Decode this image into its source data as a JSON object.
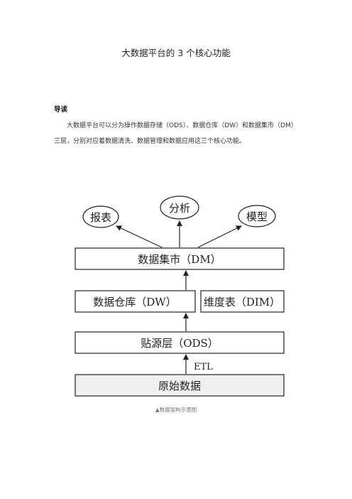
{
  "document": {
    "title": "大数据平台的 3 个核心功能",
    "section_heading": "导读",
    "paragraph": "大数据平台可以分为操作数据存储（ODS）、数据仓库（DW）和数据集市（DM）三层，分别对应着数据清洗、数据管理和数据应用这三个核心功能。"
  },
  "diagram": {
    "top_nodes": {
      "report": "报表",
      "analysis": "分析",
      "model": "模型"
    },
    "layers": {
      "dm": "数据集市（DM）",
      "dw": "数据仓库（DW）",
      "dim": "维度表（DIM）",
      "ods": "贴源层（ODS）",
      "raw": "原始数据"
    },
    "etl_label": "ETL",
    "caption": "▲数据架构示意图"
  }
}
